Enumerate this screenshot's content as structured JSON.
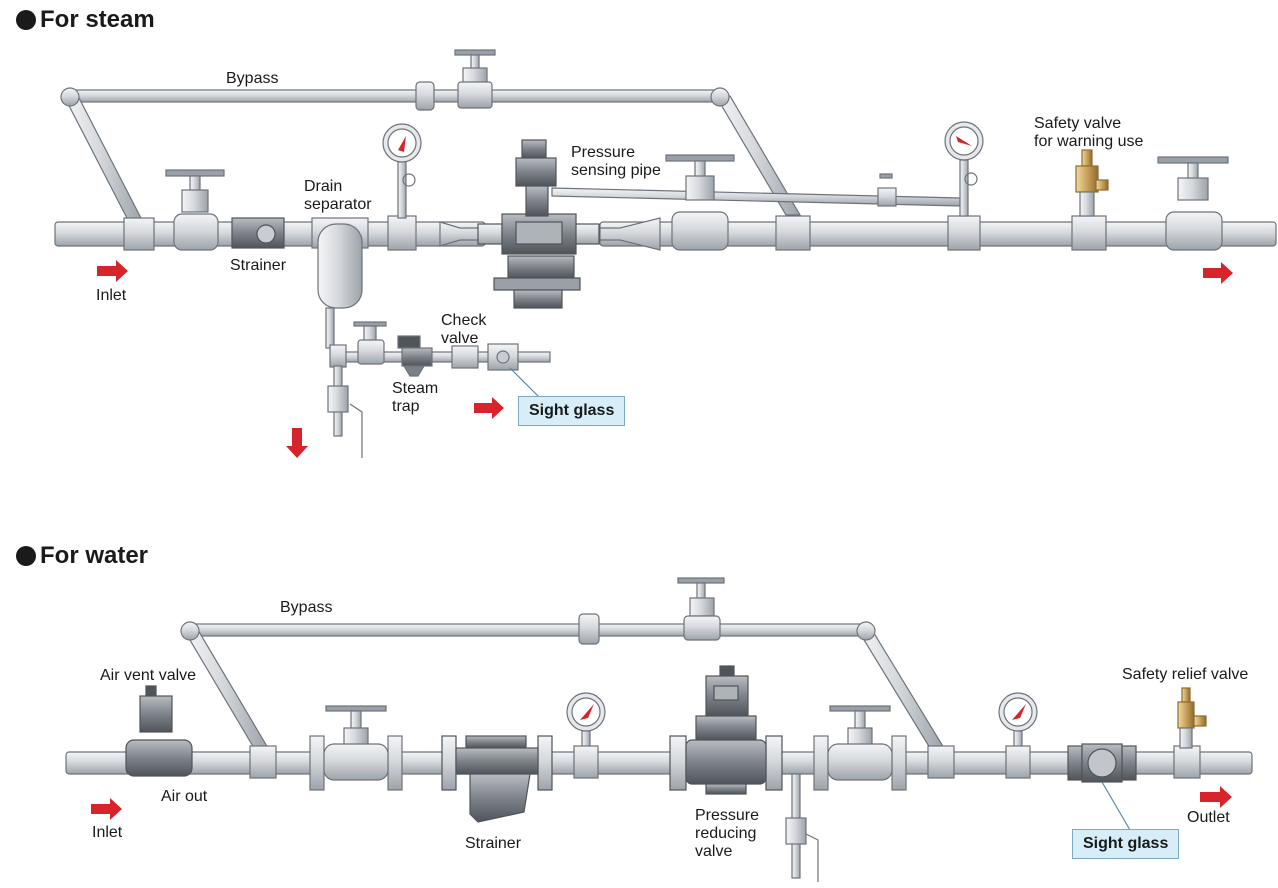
{
  "steam": {
    "header": "For steam",
    "labels": {
      "bypass": "Bypass",
      "drain_separator": [
        "Drain",
        "separator"
      ],
      "pressure_sensing_pipe": [
        "Pressure",
        "sensing pipe"
      ],
      "safety_valve": [
        "Safety valve",
        "for warning use"
      ],
      "strainer": "Strainer",
      "inlet": "Inlet",
      "check_valve": [
        "Check",
        "valve"
      ],
      "steam_trap": [
        "Steam",
        "trap"
      ],
      "sight_glass": "Sight glass"
    }
  },
  "water": {
    "header": "For water",
    "labels": {
      "bypass": "Bypass",
      "air_vent_valve": "Air vent valve",
      "air_out": "Air out",
      "inlet": "Inlet",
      "strainer": "Strainer",
      "pressure_reducing_valve": [
        "Pressure",
        "reducing",
        "valve"
      ],
      "safety_relief_valve": "Safety relief valve",
      "outlet": "Outlet",
      "sight_glass": "Sight glass"
    }
  },
  "colors": {
    "pipe_fill": "#dcdfe3",
    "pipe_stroke": "#6d737a",
    "metal_dark": "#7b8087",
    "brass": "#c9a35c",
    "arrow_red": "#d7232a",
    "callout_bg": "#d7eef8",
    "gauge_red": "#d7232a"
  }
}
